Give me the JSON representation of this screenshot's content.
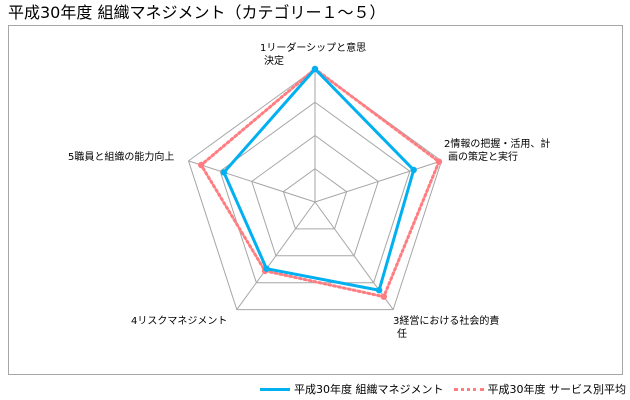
{
  "title": "平成30年度 組織マネジメント（カテゴリー１～５）",
  "chart_data": {
    "type": "radar",
    "categories": [
      [
        "1リーダーシップと意思",
        "決定"
      ],
      [
        "2情報の把握・活用、計",
        "画の策定と実行"
      ],
      [
        "3経営における社会的責",
        "任"
      ],
      [
        "4リスクマネジメント"
      ],
      [
        "5職員と組織の能力向上"
      ]
    ],
    "rmax": 5,
    "rings": 4,
    "grid": true,
    "legend_position": "bottom-right",
    "series": [
      {
        "name": "平成30年度 組織マネジメント",
        "color": "#00b0f0",
        "style": "solid",
        "values": [
          5.0,
          3.9,
          4.1,
          3.1,
          3.6
        ]
      },
      {
        "name": "平成30年度 サービス別平均",
        "color": "#ff7c80",
        "style": "dotted",
        "values": [
          5.0,
          4.9,
          4.4,
          3.2,
          4.5
        ]
      }
    ]
  }
}
